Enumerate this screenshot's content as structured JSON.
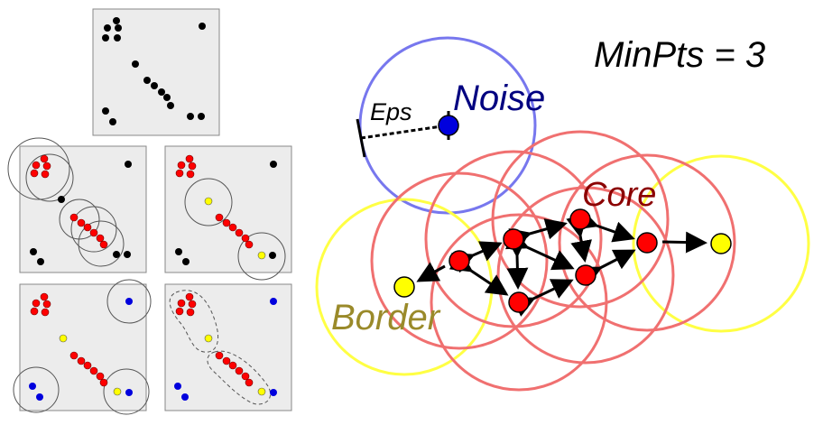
{
  "labels": {
    "minpts": "MinPts = 3",
    "noise": "Noise",
    "core": "Core",
    "border": "Border",
    "eps": "Eps"
  },
  "colors": {
    "noise": "#0000cc",
    "core": "#ff0000",
    "border": "#ffff00",
    "unlabeled": "#000000",
    "noise_circle": "#7777ee",
    "core_circle": "#f07070",
    "border_circle": "#ffff44",
    "panel_bg": "#ececec",
    "core_label": "#8b0000",
    "noise_label": "#000080",
    "border_label": "#9a8a2a"
  },
  "panels": [
    {
      "id": "raw",
      "description_role": "unclustered points"
    },
    {
      "id": "step1",
      "description_role": "eps neighborhoods"
    },
    {
      "id": "step2",
      "description_role": "core and border"
    },
    {
      "id": "step3",
      "description_role": "noise"
    },
    {
      "id": "step4",
      "description_role": "clusters"
    }
  ]
}
